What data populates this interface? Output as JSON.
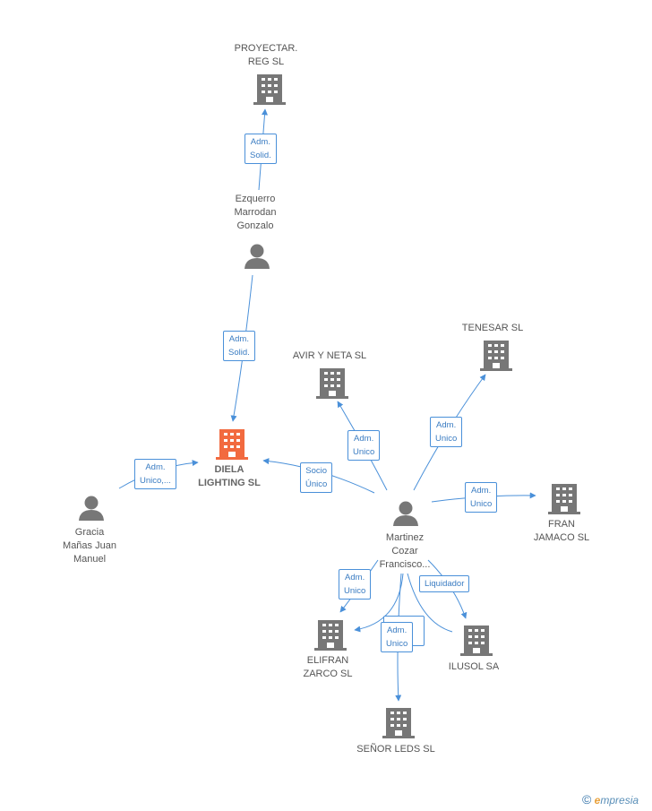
{
  "colors": {
    "edge": "#4a90d9",
    "node": "#777777",
    "highlight": "#f26a3f"
  },
  "nodes": [
    {
      "id": "proyectar",
      "type": "company",
      "lines": [
        "PROYECTAR.",
        "REG  SL"
      ]
    },
    {
      "id": "ezquerro",
      "type": "person",
      "lines": [
        "Ezquerro",
        "Marrodan",
        "Gonzalo"
      ]
    },
    {
      "id": "diela",
      "type": "company",
      "highlight": true,
      "lines": [
        "DIELA",
        "LIGHTING  SL"
      ]
    },
    {
      "id": "gracia",
      "type": "person",
      "lines": [
        "Gracia",
        "Mañas Juan",
        "Manuel"
      ]
    },
    {
      "id": "avir",
      "type": "company",
      "lines": [
        "AVIR Y NETA SL"
      ]
    },
    {
      "id": "tenesar",
      "type": "company",
      "lines": [
        "TENESAR SL"
      ]
    },
    {
      "id": "martinez",
      "type": "person",
      "lines": [
        "Martinez",
        "Cozar",
        "Francisco..."
      ]
    },
    {
      "id": "fran",
      "type": "company",
      "lines": [
        "FRAN",
        "JAMACO SL"
      ]
    },
    {
      "id": "elifran",
      "type": "company",
      "lines": [
        "ELIFRAN",
        "ZARCO  SL"
      ]
    },
    {
      "id": "ilusol",
      "type": "company",
      "lines": [
        "ILUSOL SA"
      ]
    },
    {
      "id": "senor",
      "type": "company",
      "lines": [
        "SEÑOR LEDS SL"
      ]
    }
  ],
  "edges": [
    {
      "lines": [
        "Adm.",
        "Solid."
      ]
    },
    {
      "lines": [
        "Adm.",
        "Solid."
      ]
    },
    {
      "lines": [
        "Adm.",
        "Unico,..."
      ]
    },
    {
      "lines": [
        "Socio",
        "Único"
      ]
    },
    {
      "lines": [
        "Adm.",
        "Unico"
      ]
    },
    {
      "lines": [
        "Adm.",
        "Unico"
      ]
    },
    {
      "lines": [
        "Adm.",
        "Unico"
      ]
    },
    {
      "lines": [
        "Adm.",
        "Unico"
      ]
    },
    {
      "lines": [
        "Liquidador"
      ]
    },
    {
      "lines": [
        "Adm.",
        "Unico"
      ]
    }
  ],
  "footer": {
    "copyright": "©",
    "brand_initial": "e",
    "brand_rest": "mpresia"
  }
}
